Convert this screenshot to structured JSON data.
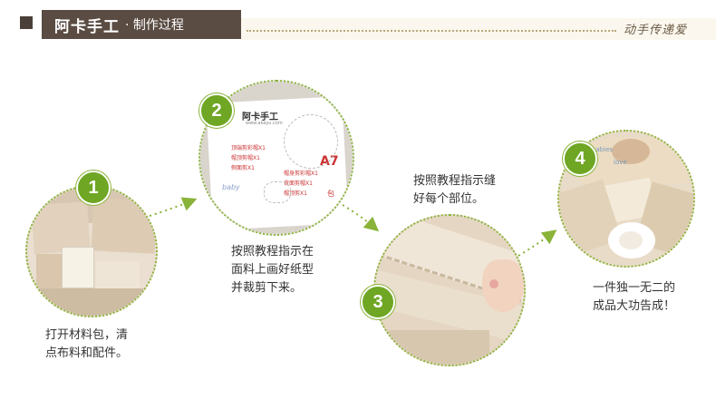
{
  "header": {
    "brand": "阿卡手工",
    "subtitle": "· 制作过程",
    "slogan": "动手传递爱"
  },
  "steps": [
    {
      "number": "1",
      "text": "打开材料包，清\n点布料和配件。"
    },
    {
      "number": "2",
      "text": "按照教程指示在\n面料上画好纸型\n并裁剪下来。"
    },
    {
      "number": "3",
      "text": "按照教程指示缝\n好每个部位。"
    },
    {
      "number": "4",
      "text": "一件独一无二的\n成品大功告成！"
    }
  ],
  "pattern_paper": {
    "logo": "阿卡手工",
    "site": "www.akayu.com",
    "lines_left": [
      "顶端剪彩帽X1",
      "帽顶剪帽X1",
      "侧面剪X1"
    ],
    "lines_right": [
      "帽身剪彩帽X1",
      "背面剪帽X1",
      "帽顶剪X1"
    ],
    "code": "A7",
    "suffix": "包"
  },
  "blanket_labels": [
    "babies",
    "love",
    "baby"
  ],
  "colors": {
    "accent_green": "#6fa624",
    "banner_brown": "#5a4c42"
  }
}
